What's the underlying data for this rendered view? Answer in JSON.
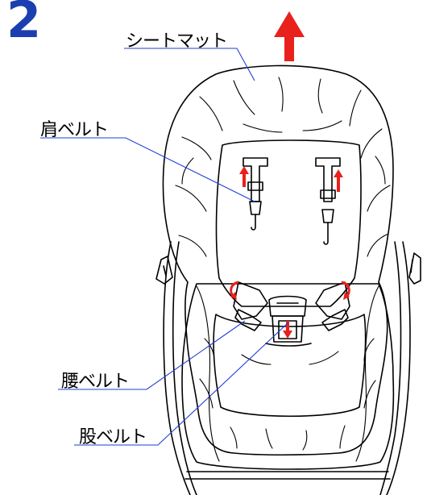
{
  "figure": {
    "step_number": "2",
    "labels": {
      "seat_mat": "シートマット",
      "shoulder_belt": "肩ベルト",
      "waist_belt": "腰ベルト",
      "crotch_belt": "股ベルト"
    },
    "colors": {
      "step_number": "#1a3fb0",
      "leader_line": "#1f3fd0",
      "arrow": "#e8211c",
      "seat_fill": "#a6a6a6",
      "outline": "#000000"
    },
    "icons": [
      "up-arrow-icon",
      "down-arrow-icon",
      "curved-arrow-icon"
    ]
  }
}
